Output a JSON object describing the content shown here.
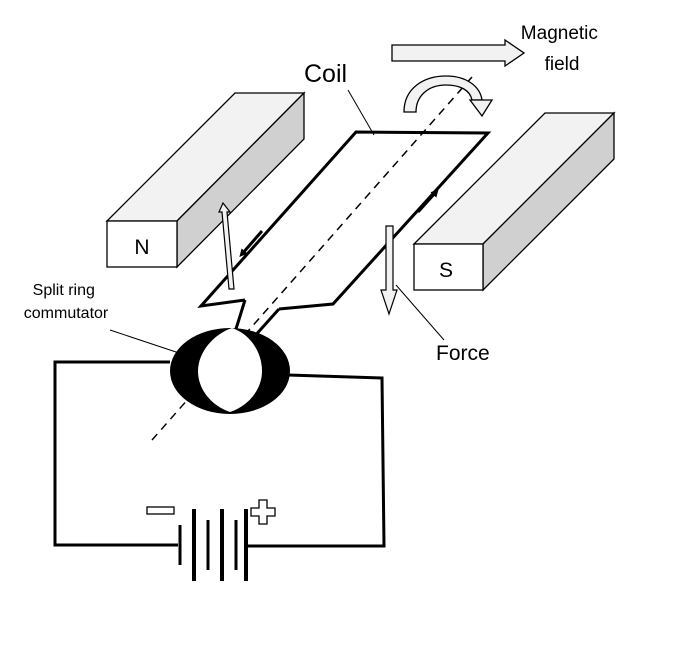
{
  "labels": {
    "magnetic_field": [
      "Magnetic",
      "field"
    ],
    "coil": "Coil",
    "north_pole": "N",
    "south_pole": "S",
    "split_ring": [
      "Split ring",
      "commutator"
    ],
    "force": "Force"
  },
  "colors": {
    "magnet_top": "#f2f2f2",
    "magnet_front": "#ffffff",
    "magnet_side": "#d0d0d0",
    "arrow_fill": "#f2f2f2",
    "commutator": "#000000",
    "stroke": "#000000"
  }
}
